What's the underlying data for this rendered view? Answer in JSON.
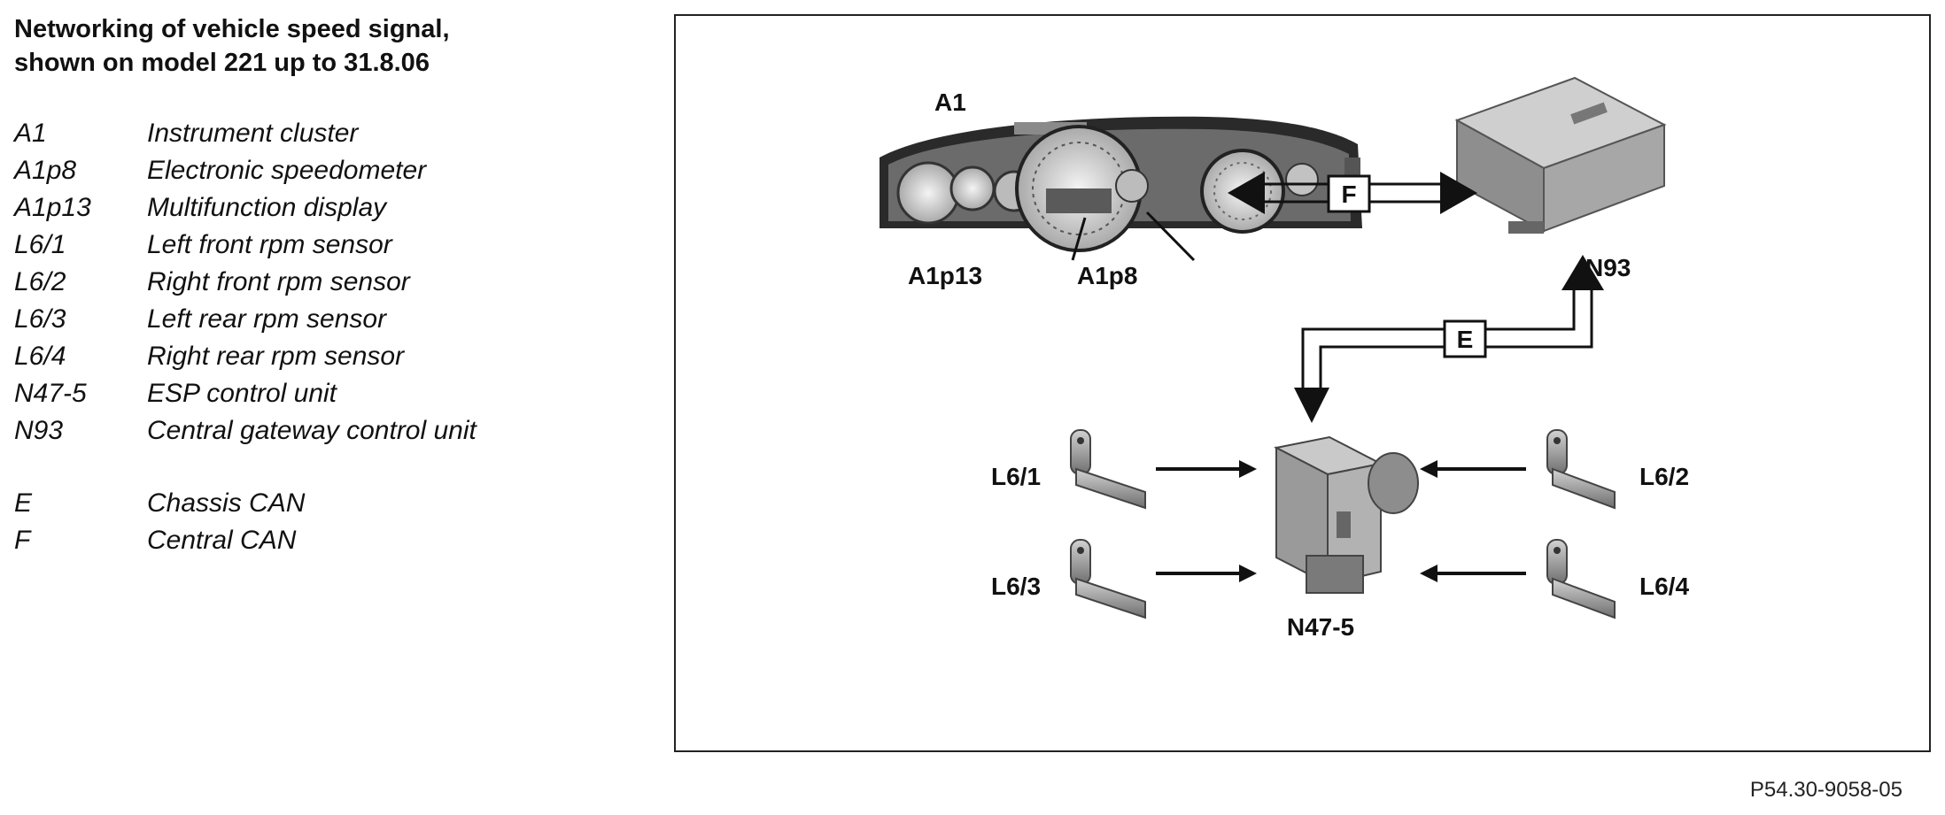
{
  "title_line1": "Networking of vehicle speed signal,",
  "title_line2": "shown on model 221 up to 31.8.06",
  "legend": [
    {
      "code": "A1",
      "desc": "Instrument cluster"
    },
    {
      "code": "A1p8",
      "desc": "Electronic speedometer"
    },
    {
      "code": "A1p13",
      "desc": "Multifunction display"
    },
    {
      "code": "L6/1",
      "desc": "Left front rpm sensor"
    },
    {
      "code": "L6/2",
      "desc": "Right front rpm sensor"
    },
    {
      "code": "L6/3",
      "desc": "Left rear rpm sensor"
    },
    {
      "code": "L6/4",
      "desc": "Right rear rpm sensor"
    },
    {
      "code": "N47-5",
      "desc": "ESP control unit"
    },
    {
      "code": "N93",
      "desc": "Central gateway control unit"
    },
    {
      "code": "E",
      "desc": "Chassis CAN"
    },
    {
      "code": "F",
      "desc": "Central CAN"
    }
  ],
  "diagram": {
    "label_a1": "A1",
    "label_a1p13": "A1p13",
    "label_a1p8": "A1p8",
    "label_n93": "N93",
    "label_f": "F",
    "label_e": "E",
    "label_l61": "L6/1",
    "label_l62": "L6/2",
    "label_l63": "L6/3",
    "label_l64": "L6/4",
    "label_n475": "N47-5"
  },
  "figure_ref": "P54.30-9058-05"
}
